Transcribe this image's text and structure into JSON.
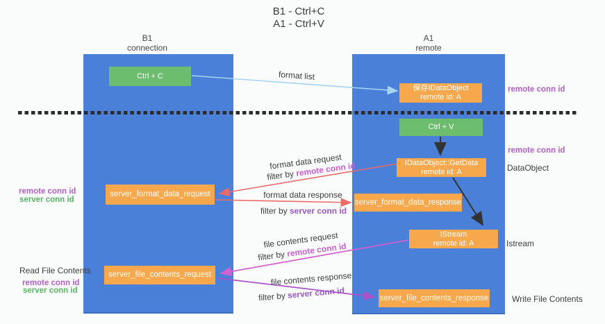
{
  "title": {
    "line1": "B1 - Ctrl+C",
    "line2": "A1 - Ctrl+V"
  },
  "columns": {
    "left": {
      "name": "B1",
      "role": "connection"
    },
    "right": {
      "name": "A1",
      "role": "remote"
    }
  },
  "nodes": {
    "ctrl_c": "Ctrl + C",
    "ctrl_v": "Ctrl + V",
    "save_idataobject": {
      "line1": "保存IDataObject",
      "line2": "remote id: A"
    },
    "idataobject_getdata": {
      "line1": "IDataObject::GetData",
      "line2": "remote id: A"
    },
    "istream": {
      "line1": "IStream",
      "line2": "remote id: A"
    },
    "server_format_data_request": "server_format_data_request",
    "server_format_data_response": "server_format_data_response",
    "server_file_contents_request": "server_file_contents_request",
    "server_file_contents_response": "server_file_contents_response"
  },
  "side_labels": {
    "remote_conn_id_top": "remote conn id",
    "remote_conn_id_mid": "remote conn id",
    "dataobject": "DataObject",
    "istream": "Istream",
    "write_file_contents": "Write File Contents",
    "read_file_contents": "Read File Contents",
    "left_remote_conn_id_1": "remote conn id",
    "left_server_conn_id_1": "server conn id",
    "left_remote_conn_id_2": "remote conn id",
    "left_server_conn_id_2": "server conn id"
  },
  "arrow_labels": {
    "format_list": "format list",
    "format_data_request": "format data request",
    "format_data_response": "format data response",
    "file_contents_request": "file contents request",
    "file_contents_response": "file contents response",
    "filter_prefix": "filter by",
    "remote_key": "remote conn id",
    "server_key": "server conn id"
  },
  "colors": {
    "column_blue": "#4a80d8",
    "box_orange": "#f8a84c",
    "box_green": "#6cbe6e",
    "arrow_light_blue": "#a6d3ef",
    "arrow_red": "#ed6a6b",
    "arrow_magenta": "#d45fd0",
    "arrow_violet": "#ab53c8",
    "arrow_black": "#333333",
    "label_purple": "#b061c6",
    "label_green": "#57b663",
    "magenta_text": "#c95fd0",
    "purple_text": "#9e57c8",
    "text_dark": "#3c3c3c",
    "bg": "#fafbfb"
  }
}
